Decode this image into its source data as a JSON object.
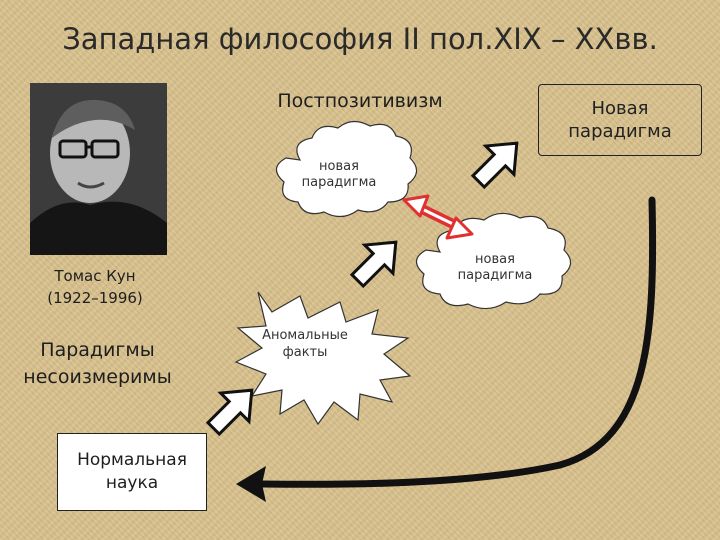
{
  "slide": {
    "title": "Западная философия II пол.XIX – XXвв.",
    "subtitle": "Постпозитивизм",
    "new_paradigm_box": "Новая парадигма",
    "person_name": "Томас Кун",
    "person_years": "(1922–1996)",
    "incommensurable_line1": "Парадигмы",
    "incommensurable_line2": "несоизмеримы",
    "normal_science_line1": "Нормальная",
    "normal_science_line2": "наука",
    "cloud_upper_line1": "новая",
    "cloud_upper_line2": "парадигма",
    "cloud_lower_line1": "новая",
    "cloud_lower_line2": "парадигма",
    "anomaly_line1": "Аномальные",
    "anomaly_line2": "факты"
  },
  "colors": {
    "background": "#d8c18d",
    "double_arrow": "#e03030",
    "text": "#1e1e1e"
  },
  "icons": {
    "portrait": "person-photo",
    "arrows": "hollow-up-right-arrow"
  }
}
